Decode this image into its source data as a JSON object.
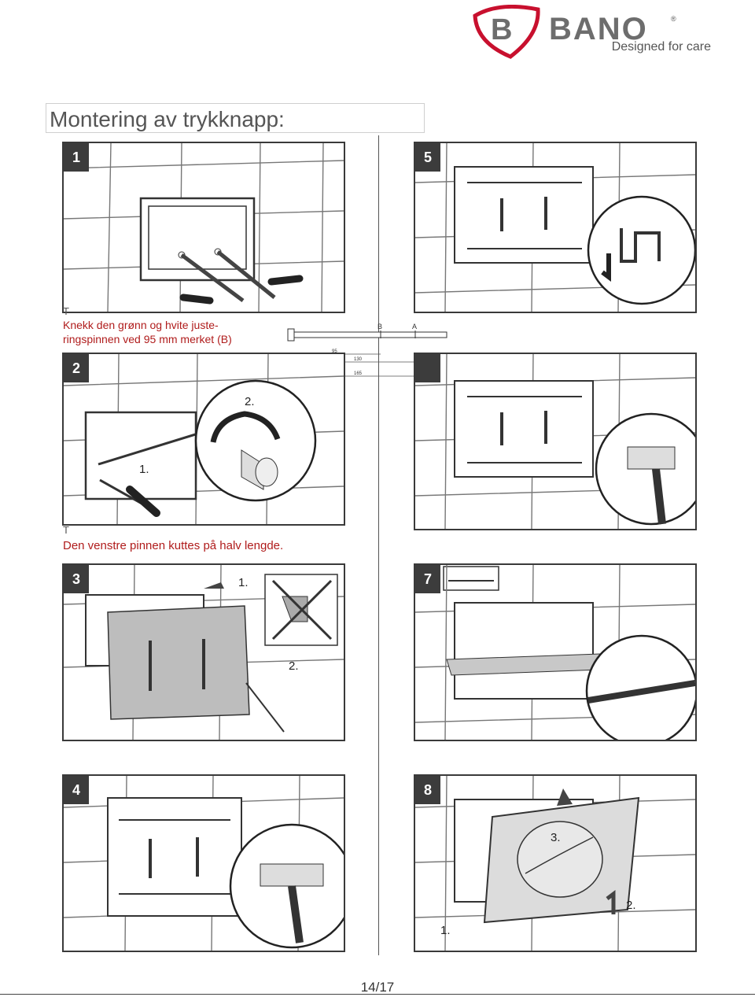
{
  "header": {
    "logo_letter": "B",
    "logo_word": "BANO",
    "registered_mark": "®",
    "tagline": "Designed for care"
  },
  "title": "Montering av trykknapp:",
  "steps": {
    "s1": "1",
    "s2": "2",
    "s3": "3",
    "s4": "4",
    "s5": "5",
    "s6": "",
    "s7": "7",
    "s8": "8"
  },
  "notes": {
    "t_mark": "T",
    "note1_line1": "Knekk den grønn og hvite juste-",
    "note1_line2": "ringspinnen ved 95 mm merket (B)",
    "note2": "Den venstre pinnen kuttes på halv lengde."
  },
  "ruler": {
    "label_b": "B",
    "label_a": "A",
    "m95": "95",
    "m130": "130",
    "m165": "165"
  },
  "callouts": {
    "p2_first": "1.",
    "p2_second": "2.",
    "p3_first": "1.",
    "p3_second": "2.",
    "p8_first": "1.",
    "p8_second": "2.",
    "p8_third": "3."
  },
  "footer": {
    "page": "14/17"
  },
  "colors": {
    "brand_red": "#c8102e",
    "note_red": "#b01c1c",
    "badge": "#3c3c3c"
  }
}
